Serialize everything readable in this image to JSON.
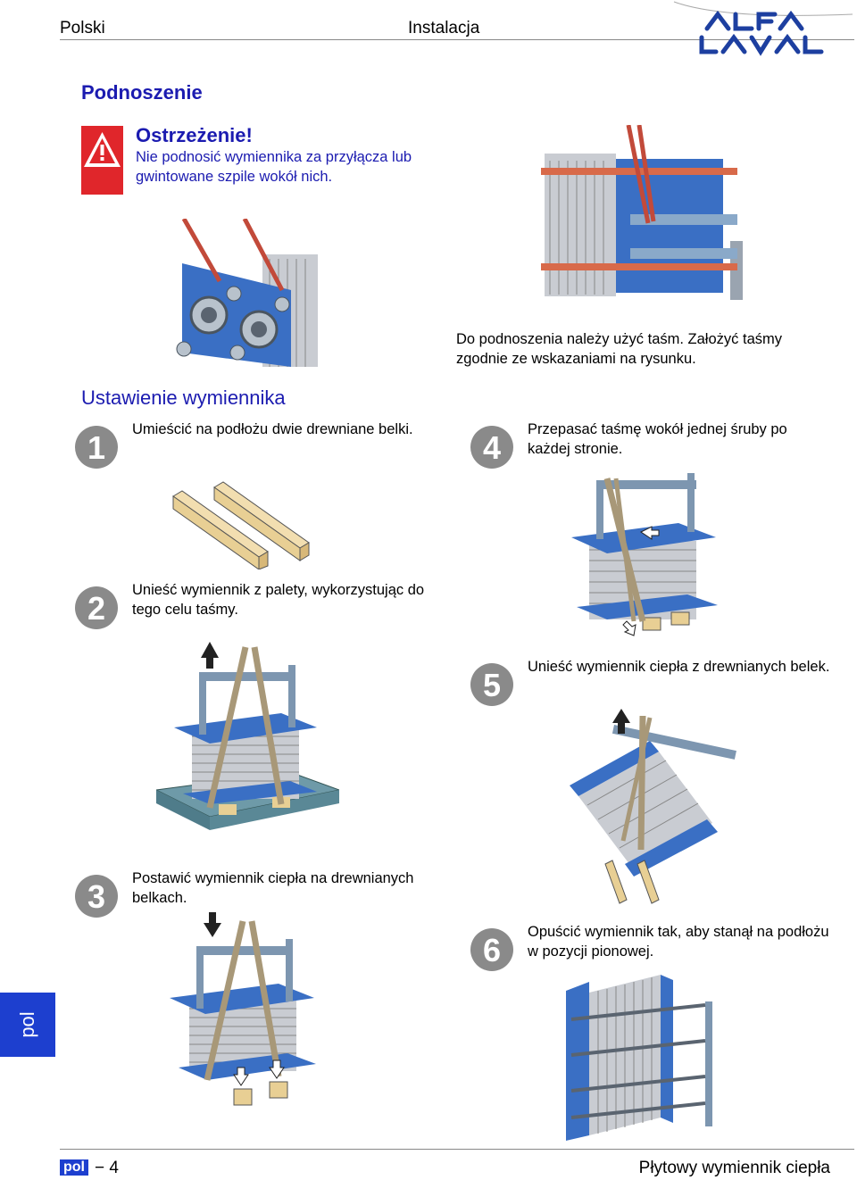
{
  "header": {
    "language": "Polski",
    "section": "Instalacja",
    "logo_text": "ALFA LAVAL"
  },
  "page_title": "Podnoszenie",
  "warning": {
    "icon": "warning-triangle-icon",
    "title": "Ostrzeżenie!",
    "text": "Nie podnosić wymiennika za przyłącza lub gwintowane szpile wokół nich."
  },
  "lifting_note": "Do podnoszenia należy użyć taśm. Założyć taśmy zgodnie ze wskazaniami na rysunku.",
  "section_title": "Ustawienie wymiennika",
  "steps": [
    {
      "num": "1",
      "text": "Umieścić na podłożu dwie drewniane belki."
    },
    {
      "num": "2",
      "text": "Unieść wymiennik z palety, wykorzystując do tego celu taśmy."
    },
    {
      "num": "3",
      "text": "Postawić wymiennik ciepła na drewnianych belkach."
    },
    {
      "num": "4",
      "text": "Przepasać taśmę wokół jednej śruby po każdej stronie."
    },
    {
      "num": "5",
      "text": "Unieść wymiennik ciepła z drewnianych belek."
    },
    {
      "num": "6",
      "text": "Opuścić wymiennik tak, aby stanął na podłożu w pozycji pionowej."
    }
  ],
  "side_tab": "pol",
  "footer": {
    "badge": "pol",
    "page": "− 4",
    "doc_title": "Płytowy wymiennik ciepła"
  },
  "colors": {
    "blue_text": "#1b1bb0",
    "badge_blue": "#1d3fcf",
    "frame_blue": "#3a6fc4",
    "warning_red": "#e0262b",
    "step_grey": "#8a8a8a"
  }
}
